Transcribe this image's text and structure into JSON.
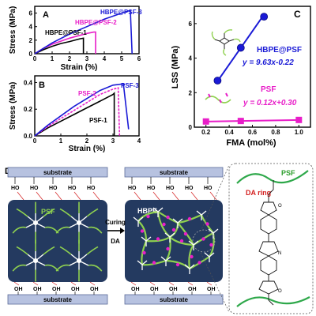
{
  "panels": {
    "A": {
      "letter": "A",
      "ylabel": "Stress (MPa)",
      "xlabel": "Strain (%)",
      "yticks": [
        "0",
        "2",
        "4",
        "6"
      ],
      "xticks": [
        "0",
        "1",
        "2",
        "3",
        "4",
        "5",
        "6"
      ],
      "labels": {
        "psf1": "HBPE@PSF-1",
        "psf2": "HBPE@PSF-2",
        "psf3": "HBPE@PSF-3"
      },
      "colors": {
        "psf1": "#000000",
        "psf2": "#e81ec8",
        "psf3": "#1a1ad6"
      }
    },
    "B": {
      "letter": "B",
      "ylabel": "Stress (MPa)",
      "xlabel": "Strain (%)",
      "yticks": [
        "0.0",
        "0.2",
        "0.4"
      ],
      "xticks": [
        "0",
        "1",
        "2",
        "3",
        "4"
      ],
      "labels": {
        "psf1": "PSF-1",
        "psf2": "PSF-2",
        "psf3": "PSF-3"
      },
      "colors": {
        "psf1": "#000000",
        "psf2": "#e81ec8",
        "psf3": "#1a1ad6"
      }
    },
    "C": {
      "letter": "C",
      "ylabel": "LSS (MPa)",
      "xlabel": "FMA (mol%)",
      "yticks": [
        "0",
        "2",
        "4",
        "6"
      ],
      "xticks": [
        "0.2",
        "0.4",
        "0.6",
        "0.8",
        "1.0"
      ],
      "series_hbpe": "HBPE@PSF",
      "eq_hbpe": "y = 9.63x-0.22",
      "series_psf": "PSF",
      "eq_psf": "y = 0.12x+0.30",
      "colors": {
        "hbpe": "#1a1ad6",
        "psf": "#e81ec8"
      }
    },
    "D": {
      "letter": "D",
      "substrate": "substrate",
      "psf_label": "PSF",
      "hbpe_label": "HBPE",
      "curing": "Curing",
      "da": "DA",
      "psf_chain": "PSF",
      "da_ring": "DA ring",
      "ho": "HO",
      "oh": "OH"
    }
  },
  "chart_data": [
    {
      "type": "line",
      "panel": "A",
      "xlabel": "Strain (%)",
      "ylabel": "Stress (MPa)",
      "xlim": [
        0,
        6
      ],
      "ylim": [
        0,
        7
      ],
      "series": [
        {
          "name": "HBPE@PSF-1",
          "points": [
            [
              0,
              0
            ],
            [
              0.5,
              0.6
            ],
            [
              1.0,
              1.1
            ],
            [
              1.5,
              1.5
            ],
            [
              2.0,
              1.8
            ],
            [
              2.6,
              2.2
            ],
            [
              2.8,
              2.3
            ],
            [
              2.8,
              0
            ]
          ]
        },
        {
          "name": "HBPE@PSF-2",
          "points": [
            [
              0,
              0
            ],
            [
              0.5,
              0.8
            ],
            [
              1.0,
              1.4
            ],
            [
              2.0,
              2.3
            ],
            [
              3.0,
              3.0
            ],
            [
              3.4,
              3.2
            ],
            [
              3.5,
              3.2
            ],
            [
              3.5,
              0
            ]
          ]
        },
        {
          "name": "HBPE@PSF-3",
          "points": [
            [
              0,
              0
            ],
            [
              1.0,
              1.6
            ],
            [
              2.0,
              2.9
            ],
            [
              3.0,
              4.0
            ],
            [
              4.0,
              5.1
            ],
            [
              5.0,
              6.0
            ],
            [
              5.5,
              6.4
            ],
            [
              5.6,
              0
            ]
          ]
        }
      ]
    },
    {
      "type": "line",
      "panel": "B",
      "xlabel": "Strain (%)",
      "ylabel": "Stress (MPa)",
      "xlim": [
        0,
        4
      ],
      "ylim": [
        0,
        0.45
      ],
      "series": [
        {
          "name": "PSF-1",
          "points": [
            [
              0,
              0
            ],
            [
              0.5,
              0.06
            ],
            [
              1.0,
              0.11
            ],
            [
              1.5,
              0.16
            ],
            [
              2.0,
              0.21
            ],
            [
              2.5,
              0.26
            ],
            [
              3.0,
              0.31
            ],
            [
              3.05,
              0.32
            ],
            [
              3.05,
              0
            ]
          ]
        },
        {
          "name": "PSF-2",
          "points": [
            [
              0,
              0
            ],
            [
              0.5,
              0.07
            ],
            [
              1.0,
              0.13
            ],
            [
              1.5,
              0.19
            ],
            [
              2.0,
              0.25
            ],
            [
              2.5,
              0.31
            ],
            [
              3.0,
              0.35
            ],
            [
              3.2,
              0.36
            ],
            [
              3.25,
              0
            ]
          ]
        },
        {
          "name": "PSF-3",
          "points": [
            [
              0,
              0
            ],
            [
              0.5,
              0.08
            ],
            [
              1.0,
              0.15
            ],
            [
              1.5,
              0.22
            ],
            [
              2.0,
              0.28
            ],
            [
              2.5,
              0.34
            ],
            [
              3.0,
              0.38
            ],
            [
              3.4,
              0.39
            ],
            [
              3.6,
              0.05
            ]
          ]
        }
      ]
    },
    {
      "type": "scatter",
      "panel": "C",
      "xlabel": "FMA (mol%)",
      "ylabel": "LSS (MPa)",
      "xlim": [
        0.1,
        1.1
      ],
      "ylim": [
        0,
        7
      ],
      "series": [
        {
          "name": "HBPE@PSF",
          "x": [
            0.3,
            0.5,
            0.7
          ],
          "y": [
            2.7,
            4.6,
            6.4
          ],
          "fit": "y = 9.63x-0.22"
        },
        {
          "name": "PSF",
          "x": [
            0.2,
            0.5,
            1.0
          ],
          "y": [
            0.33,
            0.36,
            0.42
          ],
          "fit": "y = 0.12x+0.30"
        }
      ]
    }
  ]
}
